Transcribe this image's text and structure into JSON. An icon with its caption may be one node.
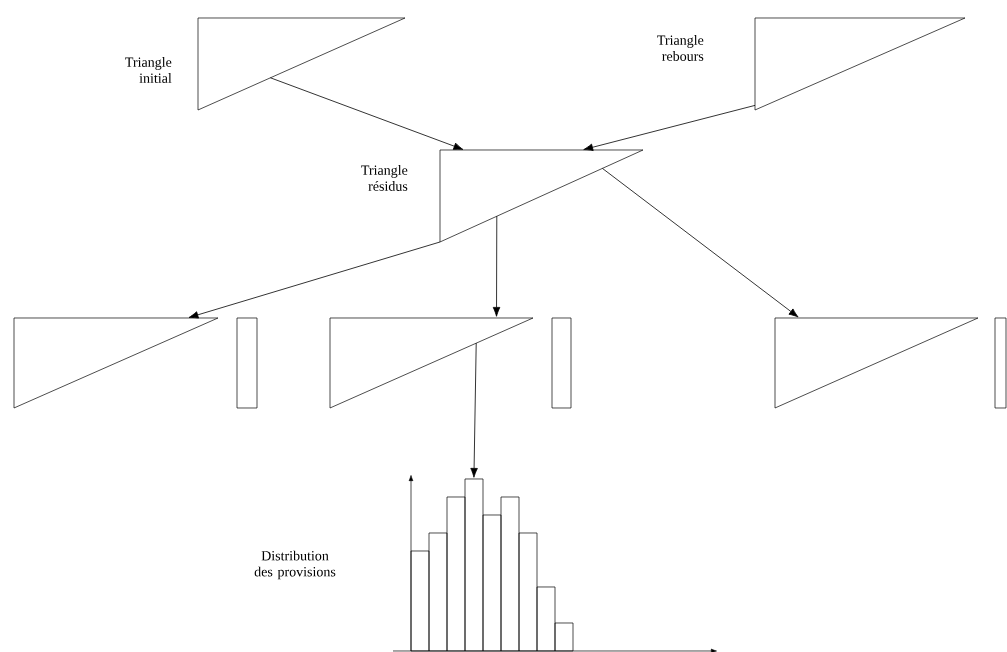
{
  "diagram": {
    "nodes": [
      {
        "text": [
          "Triangle initial"
        ]
      },
      {
        "text": [
          "Triangle rebours"
        ]
      },
      {
        "text": [
          "Triangle résidus"
        ]
      },
      {
        "text": [],
        "shape": "triangle"
      },
      {
        "text": [],
        "shape": "bar"
      },
      {
        "text": [],
        "shape": "triangle"
      },
      {
        "text": [],
        "shape": "bar"
      },
      {
        "text": [],
        "shape": "triangle"
      },
      {
        "text": [],
        "shape": "bar"
      },
      {
        "text": [
          "Distribution des provisions"
        ]
      }
    ],
    "edges": [
      {
        "from": 0,
        "to": 2,
        "arrow": "to"
      },
      {
        "from": 1,
        "to": 2,
        "arrow": "to"
      },
      {
        "from": 2,
        "to": 3,
        "arrow": "to"
      },
      {
        "from": 2,
        "to": 5,
        "arrow": "to"
      },
      {
        "from": 2,
        "to": 7,
        "arrow": "to"
      },
      {
        "from": 5,
        "to": 9,
        "arrow": "to"
      }
    ]
  }
}
